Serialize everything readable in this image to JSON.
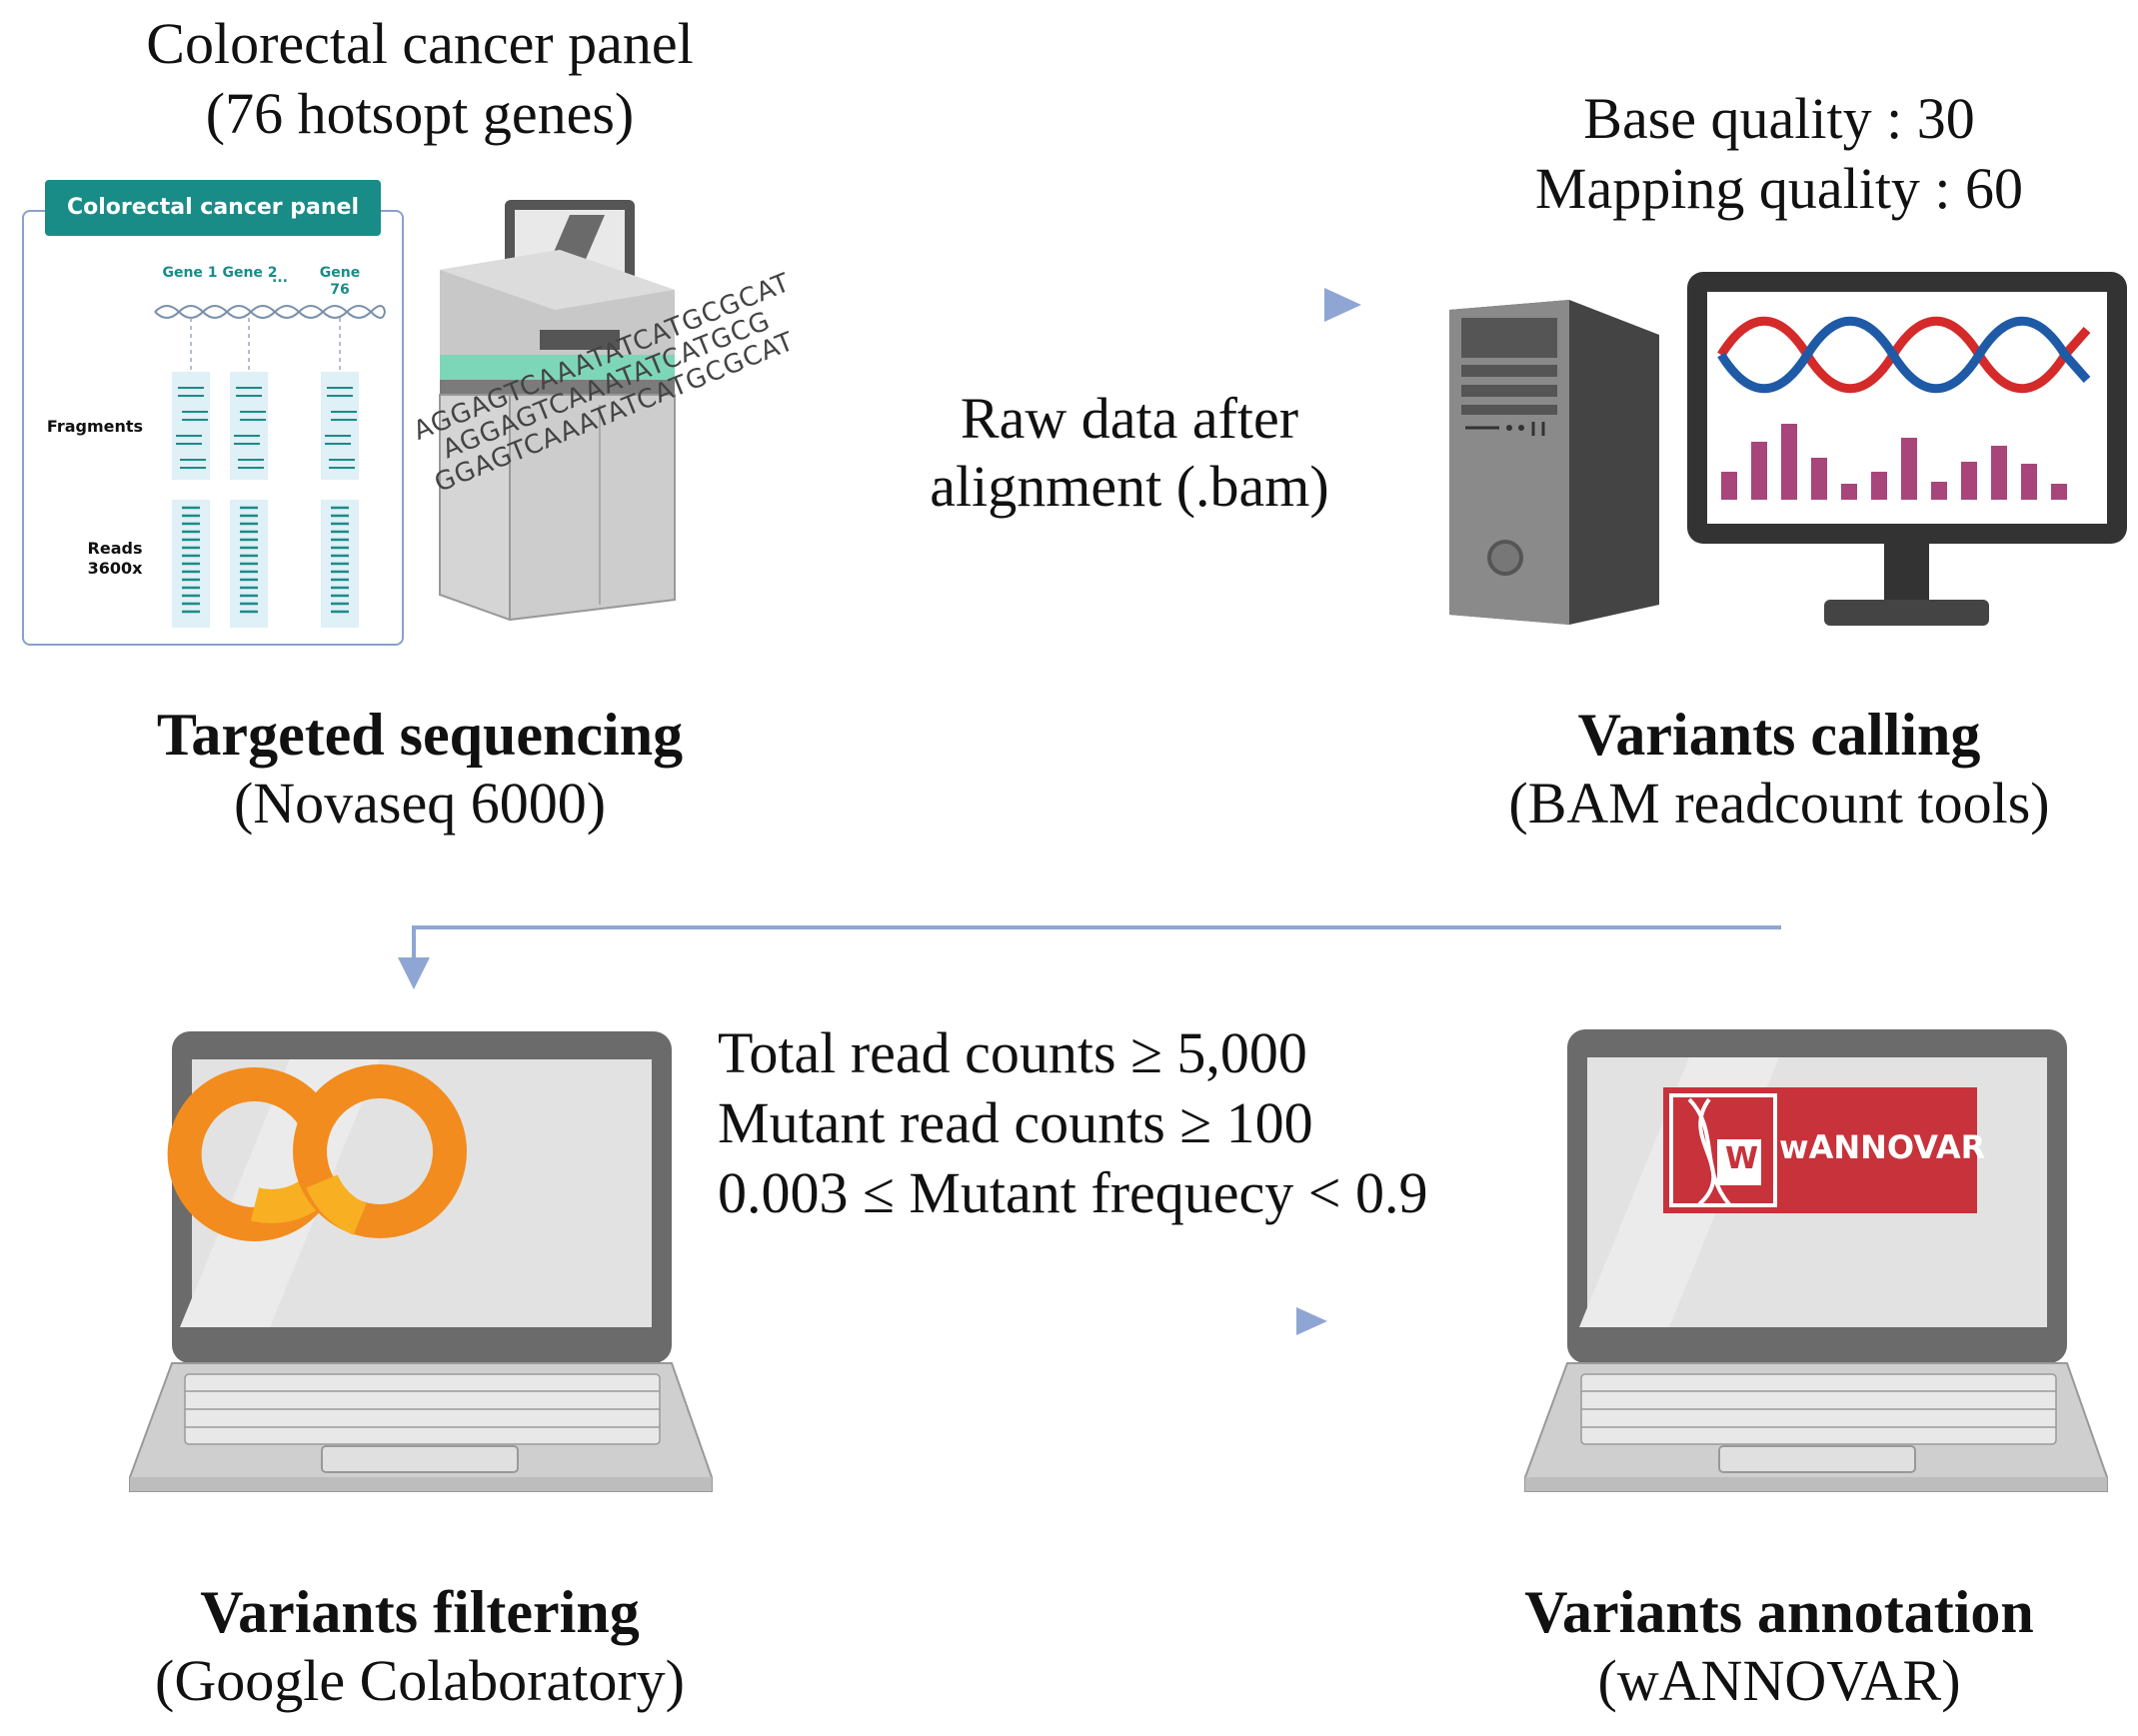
{
  "panel_top": {
    "title": "Colorectal cancer panel",
    "subtitle": "(76 hotsopt genes)"
  },
  "panel_card": {
    "header": "Colorectal cancer panel",
    "gene1": "Gene 1",
    "gene2": "Gene 2",
    "ellipsis": "...",
    "gene76": "Gene 76",
    "fragments": "Fragments",
    "reads": "Reads",
    "reads_depth": "3600x"
  },
  "sequencer": {
    "dna_line1": "AGGAGTCAAATATCATGCGCAT",
    "dna_line2": "AGGAGTCAAATATCATGCG",
    "dna_line3": "GGAGTCAAATATCATGCGCAT"
  },
  "step1": {
    "title": "Targeted sequencing",
    "subtitle": "(Novaseq 6000)"
  },
  "arrow1_label": {
    "line1": "Raw data after",
    "line2": "alignment (.bam)"
  },
  "quality": {
    "line1": "Base quality : 30",
    "line2": "Mapping quality : 60"
  },
  "step2": {
    "title": "Variants calling",
    "subtitle": "(BAM readcount tools)"
  },
  "filters": {
    "line1": "Total read counts ≥ 5,000",
    "line2": "Mutant read counts ≥ 100",
    "line3": "0.003 ≤ Mutant frequecy < 0.9"
  },
  "wannovar_logo": "wANNOVAR",
  "step3": {
    "title": "Variants filtering",
    "subtitle": "(Google Colaboratory)"
  },
  "step4": {
    "title": "Variants annotation",
    "subtitle": "(wANNOVAR)"
  },
  "colors": {
    "teal": "#1a8c88",
    "arrow": "#8fa6d4",
    "orange": "#f28c1e",
    "wannovar_red": "#c8323b",
    "dna_red": "#d42a2a",
    "dna_blue": "#1f5aa6",
    "bars": "#a8457a"
  }
}
